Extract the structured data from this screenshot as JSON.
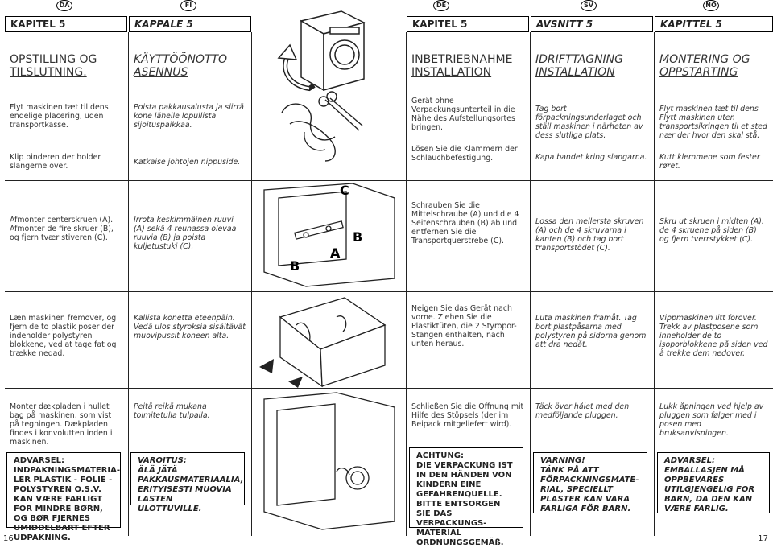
{
  "languages": {
    "da": "DA",
    "fi": "FI",
    "de": "DE",
    "sv": "SV",
    "no": "NO"
  },
  "chapters": {
    "da": "KAPITEL 5",
    "fi": "KAPPALE 5",
    "de": "KAPITEL 5",
    "sv": "AVSNITT 5",
    "no": "KAPITTEL 5"
  },
  "titles": {
    "da": "OPSTILLING OG TILSLUTNING.",
    "fi": "KÄYTTÖÖNOTTO ASENNUS",
    "de": "INBETRIEBNAHME INSTALLATION",
    "sv": "IDRIFTTAGNING INSTALLATION",
    "no": "MONTERING OG OPPSTARTING"
  },
  "section1": {
    "da_a": "Flyt maskinen tæt til dens endelige placering, uden transportkasse.",
    "da_b": "Klip binderen der holder slangerne over.",
    "fi_a": "Poista pakkausalusta ja siirrä kone lähelle lopullista sijoituspaikkaa.",
    "fi_b": "Katkaise johtojen nippuside.",
    "de_a": "Gerät ohne Verpackungsunterteil in die Nähe des Aufstellungsortes bringen.",
    "de_b": "Lösen Sie die Klammern der Schlauchbefestigung.",
    "sv_a": "Tag bort förpackningsunderlaget och ställ maskinen i närheten av dess slutliga plats.",
    "sv_b": "Kapa bandet kring slangarna.",
    "no_a": "Flyt maskinen tæt til dens Flytt maskinen uten transportsikringen til et sted nær der hvor den skal stå.",
    "no_b": "Kutt klemmene som fester røret."
  },
  "section2": {
    "da": "Afmonter centerskruen (A). Afmonter de fire skruer (B), og fjern tvær stiveren (C).",
    "fi": "Irrota keskimmäinen ruuvi (A) sekä 4 reunassa olevaa ruuvia (B) ja poista kuljetustuki (C).",
    "de": "Schrauben Sie die Mittelschraube (A) und die 4 Seitenschrauben (B) ab und entfernen Sie die Transportquerstrebe (C).",
    "sv": "Lossa den mellersta skruven (A) och de 4 skruvarna i kanten (B) och tag bort transportstödet (C).",
    "no": "Skru ut skruen i midten (A). de 4 skruene på siden (B) og fjern tverrstykket (C)."
  },
  "section3": {
    "da": "Læn maskinen fremover, og fjern de to plastik poser der indeholder polystyren blokkene, ved at tage fat og trække nedad.",
    "fi": "Kallista konetta eteenpäin. Vedä ulos styroksia sisältävät muovipussit koneen alta.",
    "de": "Neigen Sie das Gerät nach vorne. Ziehen Sie die Plastiktüten, die 2 Styropor-Stangen enthalten, nach unten heraus.",
    "sv": "Luta maskinen framåt. Tag bort plastpåsarna med polystyren på sidorna genom att dra nedåt.",
    "no": "Vippmaskinen litt forover. Trekk av plastposene som inneholder de to isoporblokkene på siden ved å trekke dem nedover."
  },
  "section4": {
    "da": "Monter dækpladen i hullet bag på maskinen, som vist på tegningen. Dækpladen findes i konvolutten inden i maskinen.",
    "fi": "Peitä reikä mukana toimitetulla tulpalla.",
    "de": "Schließen Sie die Öffnung mit Hilfe des Stöpsels (der im Beipack mitgeliefert wird).",
    "sv": "Täck över hålet med den medföljande pluggen.",
    "no": "Lukk åpningen ved hjelp av pluggen som følger med i posen med bruksanvisningen."
  },
  "warnings": {
    "da_h": "ADVARSEL:",
    "da": "INDPAKNINGSMATERIA-LER PLASTIK - FOLIE - POLYSTYREN O.S.V. KAN VÆRE FARLIGT FOR MINDRE BØRN, OG BØR FJERNES UMIDDELBART EFTER UDPAKNING.",
    "fi_h": "VAROITUS:",
    "fi": "ÄLÄ JÄTÄ PAKKAUSMATERIAALIA, ERITYISESTI MUOVIA LASTEN ULOTTUVILLE.",
    "de_h": "ACHTUNG:",
    "de": "DIE VERPACKUNG IST IN DEN HÄNDEN VON KINDERN EINE GEFAHRENQUELLE. BITTE ENTSORGEN SIE DAS VERPACKUNGS-MATERIAL ORDNUNGSGEMÄß.",
    "sv_h": "VARNING!",
    "sv": "TÄNK PÅ ATT FÖRPACKNINGSMATE-RIAL, SPECIELLT PLASTER KAN VARA FARLIGA FÖR BARN.",
    "no_h": "ADVARSEL:",
    "no": "EMBALLASJEN MÅ OPPBEVARES UTILGJENGELIG FOR BARN, DA DEN KAN VÆRE FARLIG."
  },
  "figure_labels": {
    "a": "A",
    "b": "B",
    "c": "C"
  },
  "pages": {
    "left": "16",
    "right": "17"
  }
}
